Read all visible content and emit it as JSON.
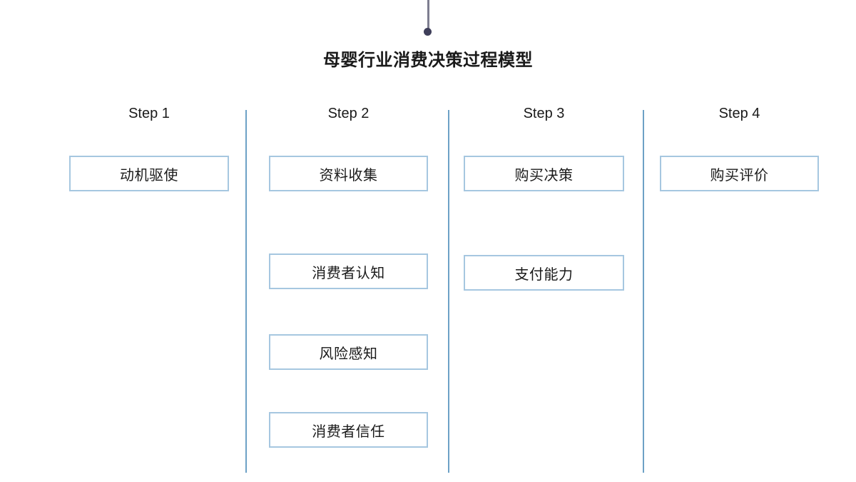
{
  "title": "母婴行业消费决策过程模型",
  "columns": [
    {
      "step": "Step 1",
      "boxes": [
        "动机驱使"
      ]
    },
    {
      "step": "Step 2",
      "boxes": [
        "资料收集",
        "消费者认知",
        "风险感知",
        "消费者信任"
      ]
    },
    {
      "step": "Step 3",
      "boxes": [
        "购买决策",
        "支付能力"
      ]
    },
    {
      "step": "Step 4",
      "boxes": [
        "购买评价"
      ]
    }
  ],
  "colors": {
    "text": "#1a1a1a",
    "box-border": "#a6c7e0",
    "divider": "#6da1c6",
    "connector-line": "#7e7e90",
    "connector-dot": "#3f3f5a",
    "background": "#ffffff"
  }
}
